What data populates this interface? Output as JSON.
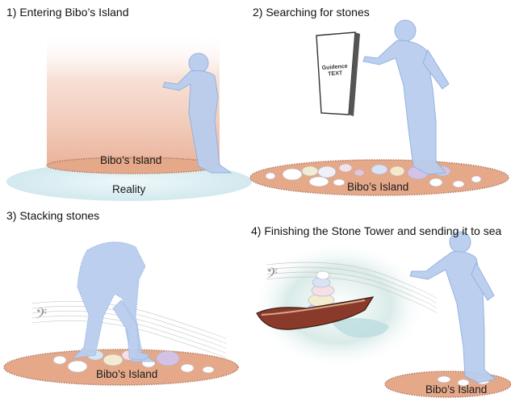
{
  "panels": [
    {
      "caption": "1)   Entering Bibo’s Island",
      "island_label": "Bibo’s Island",
      "ground_label": "Reality"
    },
    {
      "caption": "2) Searching for stones",
      "island_label": "Bibo’s Island",
      "sign_line1": "Guidence",
      "sign_line2": "TEXT"
    },
    {
      "caption": "3) Stacking stones",
      "island_label": "Bibo’s Island"
    },
    {
      "caption": "4) Finishing the Stone Tower and sending it to sea",
      "island_label": "Bibo’s Island"
    }
  ],
  "colors": {
    "person": "#b9cdee",
    "person_outline": "#8fb0e0",
    "island": "#e5a98a",
    "island_edge": "#b07a62",
    "reality": "#dff0f3",
    "column": "#f1c7b4",
    "sea": "#cfe3e3",
    "boat_hull": "#8a3a2a"
  }
}
